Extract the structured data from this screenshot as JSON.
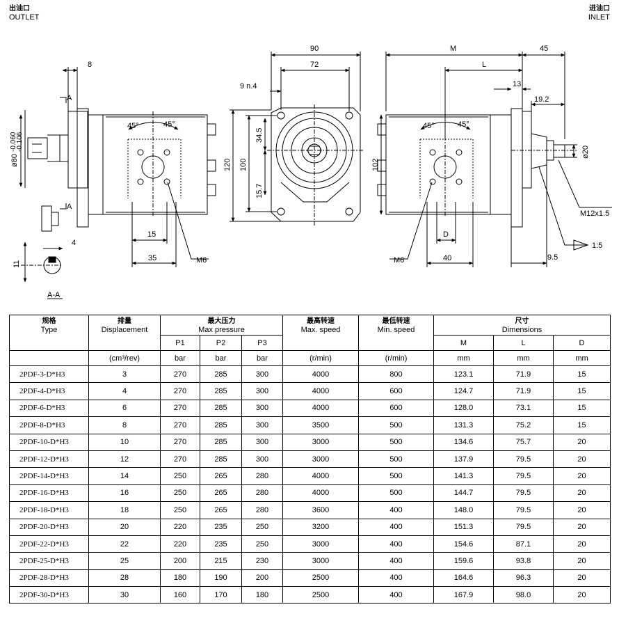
{
  "labels": {
    "outlet_cn": "出油口",
    "outlet_en": "OUTLET",
    "inlet_cn": "进油口",
    "inlet_en": "INLET"
  },
  "drawing": {
    "left_view": {
      "dim_8": "8",
      "section_a_top": "A",
      "section_a_bottom": "A",
      "shaft_dia": "ø80",
      "shaft_tol_top": "-0.060",
      "shaft_tol_bottom": "-0.106",
      "angle_1": "45°",
      "angle_2": "45°",
      "dim_15": "15",
      "dim_35": "35",
      "thread_m6": "M6",
      "key_dim_4": "4",
      "key_dim_11": "11",
      "section_label": "A-A"
    },
    "front_view": {
      "dim_90": "90",
      "dim_72": "72",
      "holes": "9 n.4",
      "dim_120": "120",
      "dim_100": "100",
      "dim_34_5": "34.5",
      "dim_15_7": "15.7"
    },
    "right_view": {
      "dim_m": "M",
      "dim_45": "45",
      "dim_l": "L",
      "dim_13": "13",
      "dim_19_2": "19.2",
      "dim_102": "102",
      "angle_1": "45°",
      "angle_2": "45°",
      "dim_d": "D",
      "dim_40": "40",
      "thread_m6": "M6",
      "dim_20": "ø20",
      "thread_m12": "M12x1.5",
      "taper": "1:5",
      "dim_9_5": "9.5"
    }
  },
  "table": {
    "headers": {
      "type_cn": "规格",
      "type_en": "Type",
      "disp_cn": "排量",
      "disp_en": "Displacement",
      "press_cn": "最大压力",
      "press_en": "Max pressure",
      "maxspeed_cn": "最高转速",
      "maxspeed_en": "Max. speed",
      "minspeed_cn": "最低转速",
      "minspeed_en": "Min. speed",
      "dim_cn": "尺寸",
      "dim_en": "Dimensions",
      "p1": "P1",
      "p2": "P2",
      "p3": "P3",
      "m": "M",
      "l": "L",
      "d": "D"
    },
    "units": {
      "disp": "(cm³/rev)",
      "p1": "bar",
      "p2": "bar",
      "p3": "bar",
      "maxspeed": "(r/min)",
      "minspeed": "(r/min)",
      "m": "mm",
      "l": "mm",
      "d": "mm"
    },
    "rows": [
      [
        "2PDF-3-D*H3",
        "3",
        "270",
        "285",
        "300",
        "4000",
        "800",
        "123.1",
        "71.9",
        "15"
      ],
      [
        "2PDF-4-D*H3",
        "4",
        "270",
        "285",
        "300",
        "4000",
        "600",
        "124.7",
        "71.9",
        "15"
      ],
      [
        "2PDF-6-D*H3",
        "6",
        "270",
        "285",
        "300",
        "4000",
        "600",
        "128.0",
        "73.1",
        "15"
      ],
      [
        "2PDF-8-D*H3",
        "8",
        "270",
        "285",
        "300",
        "3500",
        "500",
        "131.3",
        "75.2",
        "15"
      ],
      [
        "2PDF-10-D*H3",
        "10",
        "270",
        "285",
        "300",
        "3000",
        "500",
        "134.6",
        "75.7",
        "20"
      ],
      [
        "2PDF-12-D*H3",
        "12",
        "270",
        "285",
        "300",
        "3000",
        "500",
        "137.9",
        "79.5",
        "20"
      ],
      [
        "2PDF-14-D*H3",
        "14",
        "250",
        "265",
        "280",
        "4000",
        "500",
        "141.3",
        "79.5",
        "20"
      ],
      [
        "2PDF-16-D*H3",
        "16",
        "250",
        "265",
        "280",
        "4000",
        "500",
        "144.7",
        "79.5",
        "20"
      ],
      [
        "2PDF-18-D*H3",
        "18",
        "250",
        "265",
        "280",
        "3600",
        "400",
        "148.0",
        "79.5",
        "20"
      ],
      [
        "2PDF-20-D*H3",
        "20",
        "220",
        "235",
        "250",
        "3200",
        "400",
        "151.3",
        "79.5",
        "20"
      ],
      [
        "2PDF-22-D*H3",
        "22",
        "220",
        "235",
        "250",
        "3000",
        "400",
        "154.6",
        "87.1",
        "20"
      ],
      [
        "2PDF-25-D*H3",
        "25",
        "200",
        "215",
        "230",
        "3000",
        "400",
        "159.6",
        "93.8",
        "20"
      ],
      [
        "2PDF-28-D*H3",
        "28",
        "180",
        "190",
        "200",
        "2500",
        "400",
        "164.6",
        "96.3",
        "20"
      ],
      [
        "2PDF-30-D*H3",
        "30",
        "160",
        "170",
        "180",
        "2500",
        "400",
        "167.9",
        "98.0",
        "20"
      ]
    ]
  }
}
